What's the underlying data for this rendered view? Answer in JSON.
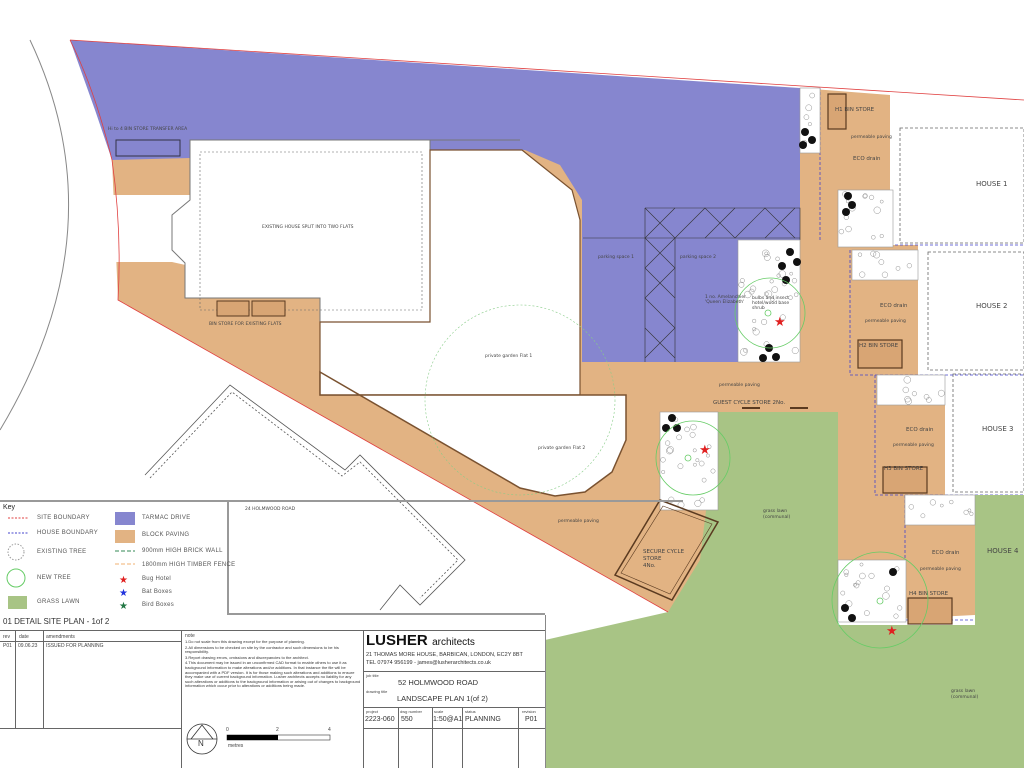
{
  "colors": {
    "tarmac": "#8686cf",
    "paving": "#e2b383",
    "lawn": "#a8c485",
    "site_boundary": "#e04040",
    "house_boundary": "#4444cc",
    "bug_hotel": "#e02020",
    "bat_box": "#2233dd",
    "bird_box": "#227744"
  },
  "plan": {
    "bin_transfer": "Hi to 4 BIN STORE TRANSFER AREA",
    "existing_house": "EXISTING HOUSE SPLIT INTO TWO FLATS",
    "bin_store_flats": "BIN STORE FOR EXISTING FLATS",
    "garden_flat1": "private garden Flat 1",
    "garden_flat2": "private garden Flat 2",
    "parking1": "parking space 1",
    "parking2": "parking space 2",
    "neighbour": "24 HOLMWOOD ROAD",
    "guest_cycle": "GUEST CYCLE STORE 2No.",
    "permeable": "permeable paving",
    "secure_cycle": [
      "SECURE CYCLE",
      "STORE",
      "4No."
    ],
    "lawn1": [
      "grass lawn",
      "(communal)"
    ],
    "lawn2": [
      "grass lawn",
      "(communal)"
    ],
    "eco_drain": "ECO drain",
    "bin_stores": [
      "H1 BIN STORE",
      "H2 BIN STORE",
      "H3 BIN STORE",
      "H4 BIN STORE"
    ],
    "houses": [
      "HOUSE 1",
      "HOUSE 2",
      "HOUSE 3",
      "HOUSE 4"
    ],
    "insect_hotel": [
      "bulbs and insect",
      "hotel/wood base",
      "shrub"
    ],
    "tree_label": [
      "1 no. Amelanchier",
      "'Queen Elizabeth'"
    ]
  },
  "key": {
    "title": "Key",
    "items": [
      {
        "label": "SITE BOUNDARY",
        "icon": "red-dashed-line"
      },
      {
        "label": "HOUSE BOUNDARY",
        "icon": "blue-dashed-line"
      },
      {
        "label": "EXISTING TREE",
        "icon": "grey-dashed-circle"
      },
      {
        "label": "NEW TREE",
        "icon": "green-circle"
      },
      {
        "label": "GRASS LAWN",
        "icon": "green-swatch"
      },
      {
        "label": "TARMAC DRIVE",
        "icon": "purple-swatch"
      },
      {
        "label": "BLOCK PAVING",
        "icon": "tan-swatch"
      },
      {
        "label": "900mm HIGH BRICK WALL",
        "icon": "green-dashed-line"
      },
      {
        "label": "1800mm HIGH TIMBER FENCE",
        "icon": "orange-dashed-line"
      },
      {
        "label": "Bug Hotel",
        "icon": "red-star"
      },
      {
        "label": "Bat Boxes",
        "icon": "blue-star"
      },
      {
        "label": "Bird Boxes",
        "icon": "green-star"
      }
    ]
  },
  "title_block": {
    "sheet_title": "01 DETAIL SITE PLAN - 1of 2",
    "rev_header": "rev",
    "date_header": "date",
    "amend_header": "amendments",
    "rev": "P01",
    "date": "09.06.23",
    "amendment": "ISSUED FOR PLANNING",
    "note_header": "note",
    "notes": [
      "1.Do not scale from this drawing except for the purpose of planning.",
      "2.All dimensions to be checked on site by the contractor and such dimensions to be his responsibility.",
      "3.Report drawing errors, omissions and discrepancies to the architect.",
      "4.This document may be issued in an unconfirmed CAD format to enable others to use it as background information to make alterations and/or additions. In that instance the file will be accompanied with a PDF version. It is for those making such alterations and additions to ensure they make use of current background information. Lusher architects accepts no liability for any such alterations or additions to the background information or arising out of changes to background information which occur prior to alterations or additions being made."
    ],
    "north": "N",
    "scale_ticks": [
      "0",
      "2",
      "4"
    ],
    "scale_unit": "metres",
    "firm_name": "LUSHER",
    "firm_suffix": "architects",
    "address": "21 THOMAS MORE HOUSE, BARBICAN, LONDON, EC2Y 8BT",
    "contact": "TEL 07974 956199 - james@lusherarchitects.co.uk",
    "job_title_label": "job title",
    "job_title": "52 HOLMWOOD ROAD",
    "drawing_title_label": "drawing title",
    "drawing_title": "LANDSCAPE PLAN 1(of 2)",
    "project_label": "project",
    "project": "2223-060",
    "dwg_label": "dwg number",
    "dwg": "550",
    "scale_label": "scale",
    "scale": "1:50@A1",
    "status_label": "status",
    "status": "PLANNING",
    "revision_label": "revision",
    "revision": "P01"
  }
}
